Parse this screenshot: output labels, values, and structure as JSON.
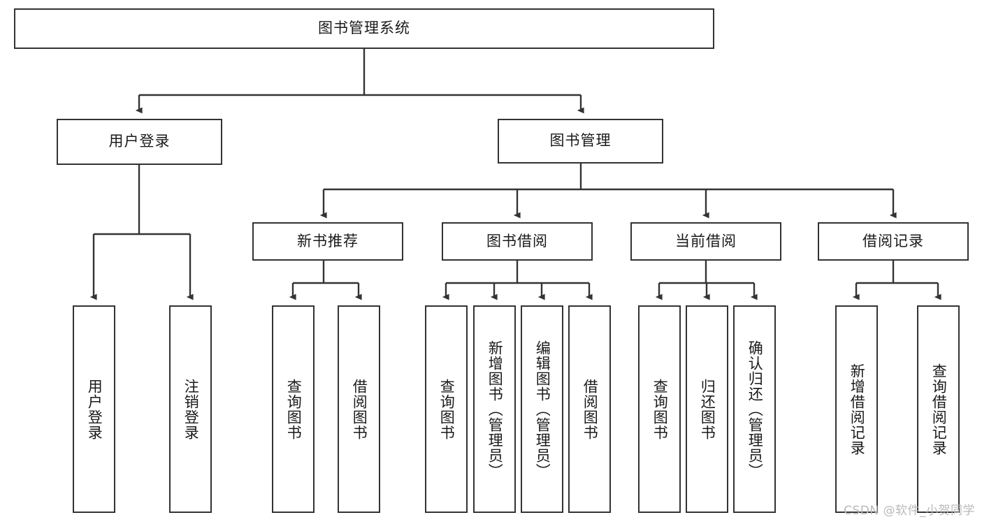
{
  "diagram": {
    "type": "tree",
    "title": "图书管理系统",
    "watermark": "CSDN @软件_小贺同学",
    "colors": {
      "line": "#333333",
      "box_border": "#333333",
      "box_fill": "#ffffff",
      "text": "#1a1a1a",
      "watermark": "#b9b9b9",
      "background": "#ffffff"
    },
    "levels": {
      "root": {
        "label": "图书管理系统"
      },
      "level2": [
        {
          "label": "用户登录"
        },
        {
          "label": "图书管理"
        }
      ],
      "level3": [
        {
          "label": "新书推荐"
        },
        {
          "label": "图书借阅"
        },
        {
          "label": "当前借阅"
        },
        {
          "label": "借阅记录"
        }
      ],
      "leaves": {
        "user_login": [
          {
            "label": "用户登录"
          },
          {
            "label": "注销登录"
          }
        ],
        "new_book_recommend": [
          {
            "label": "查询图书"
          },
          {
            "label": "借阅图书"
          }
        ],
        "book_borrow": [
          {
            "label": "查询图书"
          },
          {
            "label": "新增图书（管理员）"
          },
          {
            "label": "编辑图书（管理员）"
          },
          {
            "label": "借阅图书"
          }
        ],
        "current_borrow": [
          {
            "label": "查询图书"
          },
          {
            "label": "归还图书"
          },
          {
            "label": "确认归还（管理员）"
          }
        ],
        "borrow_record": [
          {
            "label": "新增借阅记录"
          },
          {
            "label": "查询借阅记录"
          }
        ]
      }
    }
  }
}
